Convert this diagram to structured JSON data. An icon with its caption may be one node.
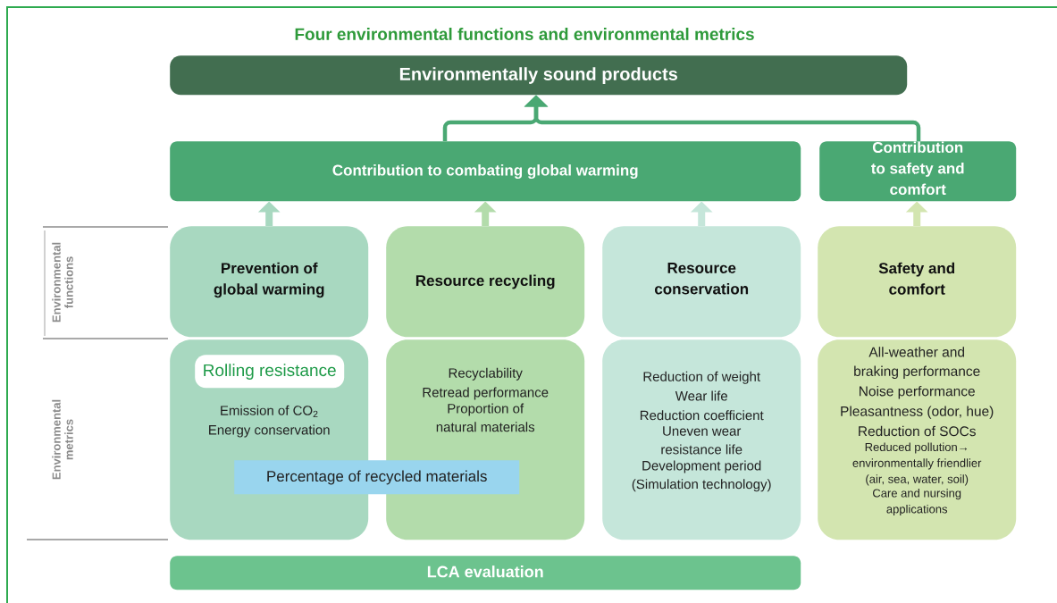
{
  "diagram": {
    "title": "Four environmental functions and environmental metrics",
    "nodes": [
      {
        "text": [
          "Environmentally sound products"
        ]
      },
      {
        "text": [
          "Contribution to combating global warming"
        ]
      },
      {
        "text": [
          "Contribution to safety and comfort"
        ]
      },
      {
        "text": [
          "Prevention of global warming"
        ]
      },
      {
        "text": [
          "Resource recycling"
        ]
      },
      {
        "text": [
          "Resource conservation"
        ]
      },
      {
        "text": [
          "Safety and comfort"
        ]
      },
      {
        "text": [
          "Emission of CO$_{2}$",
          "Energy conservation"
        ]
      },
      {
        "text": [
          "Recyclability",
          "Retread performance",
          "Proportion of natural materials"
        ]
      },
      {
        "text": [
          "Reduction of weight",
          "Wear life",
          "Reduction coefficient",
          "Uneven wear resistance life",
          "Development period (Simulation technology)"
        ]
      },
      {
        "text": [
          "All-weather and braking performance",
          "Noise performance",
          "Pleasantness (odor, hue)",
          "Reduction of SOCs",
          "Reduced pollution→ environmentally friendlier (air, sea, water, soil)",
          "Care and nursing applications"
        ]
      },
      {
        "text": [
          "Rolling resistance"
        ],
        "in": 7
      },
      {
        "text": [
          "Percentage of recycled materials"
        ]
      },
      {
        "text": [
          "LCA evaluation"
        ]
      }
    ],
    "edges": [
      {
        "from": 3,
        "to": 1,
        "arrow": "to",
        "color": "#a8d8c0"
      },
      {
        "from": 4,
        "to": 1,
        "arrow": "to",
        "color": "#b3dcab"
      },
      {
        "from": 5,
        "to": 1,
        "arrow": "to",
        "color": "#c5e6da"
      },
      {
        "from": 6,
        "to": 2,
        "arrow": "to",
        "color": "#d3e5b0"
      },
      {
        "from": 1,
        "to": 0,
        "arrow": "to",
        "color": "#4aa873"
      },
      {
        "from": 2,
        "to": 0,
        "arrow": "to",
        "color": "#4aa873"
      }
    ],
    "labels": [
      "Environmental functions",
      "Environmental metrics"
    ]
  }
}
